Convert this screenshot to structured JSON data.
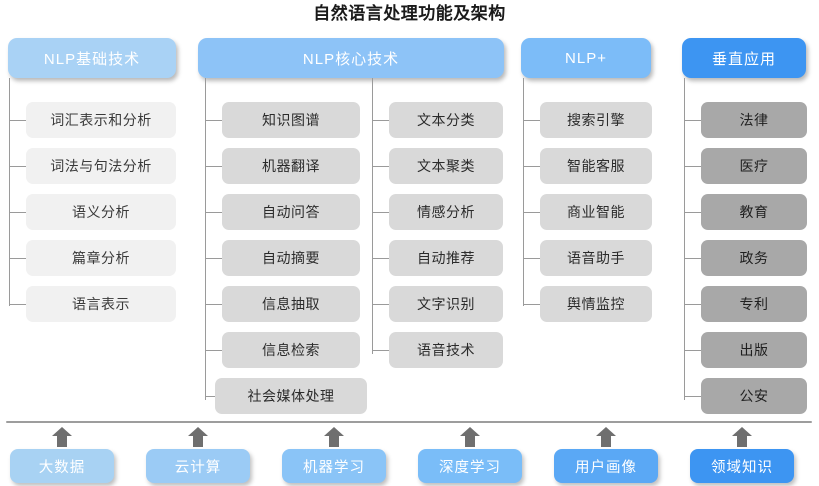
{
  "title": "自然语言处理功能及架构",
  "colors": {
    "header_1": "#a9d2f5",
    "header_2": "#8dc3f7",
    "header_3": "#7cbcf8",
    "header_4": "#3d95f2",
    "node_light": "#f1f1f1",
    "node_mid": "#d9d9d9",
    "node_dark": "#a8a8a8",
    "line": "#9a9a9a",
    "arrow": "#6f6f6f",
    "title_text": "#1a1a1a"
  },
  "columns": [
    {
      "id": "nlp-basic",
      "header": "NLP基础技术",
      "header_color": "#a9d2f5",
      "tone": "tone-light",
      "items": [
        "词汇表示和分析",
        "词法与句法分析",
        "语义分析",
        "篇章分析",
        "语言表示"
      ]
    },
    {
      "id": "nlp-core-a",
      "header": "NLP核心技术",
      "header_color": "#8dc3f7",
      "tone": "tone-mid",
      "items": [
        "知识图谱",
        "机器翻译",
        "自动问答",
        "自动摘要",
        "信息抽取",
        "信息检索",
        "社会媒体处理"
      ]
    },
    {
      "id": "nlp-core-b",
      "header": "",
      "header_color": "#8dc3f7",
      "tone": "tone-mid",
      "items": [
        "文本分类",
        "文本聚类",
        "情感分析",
        "自动推荐",
        "文字识别",
        "语音技术"
      ]
    },
    {
      "id": "nlp-plus",
      "header": "NLP+",
      "header_color": "#7cbcf8",
      "tone": "tone-mid",
      "items": [
        "搜索引擎",
        "智能客服",
        "商业智能",
        "语音助手",
        "舆情监控"
      ]
    },
    {
      "id": "vertical-apps",
      "header": "垂直应用",
      "header_color": "#3d95f2",
      "tone": "tone-dark",
      "items": [
        "法律",
        "医疗",
        "教育",
        "政务",
        "专利",
        "出版",
        "公安"
      ]
    }
  ],
  "foundation": [
    {
      "label": "大数据",
      "color": "#a8d2f3"
    },
    {
      "label": "云计算",
      "color": "#9bcbf5"
    },
    {
      "label": "机器学习",
      "color": "#8ac4f7"
    },
    {
      "label": "深度学习",
      "color": "#7abdf8"
    },
    {
      "label": "用户画像",
      "color": "#5aa8f5"
    },
    {
      "label": "领域知识",
      "color": "#3d95f2"
    }
  ],
  "icons": {
    "arrow_up": "up-arrow-icon"
  }
}
